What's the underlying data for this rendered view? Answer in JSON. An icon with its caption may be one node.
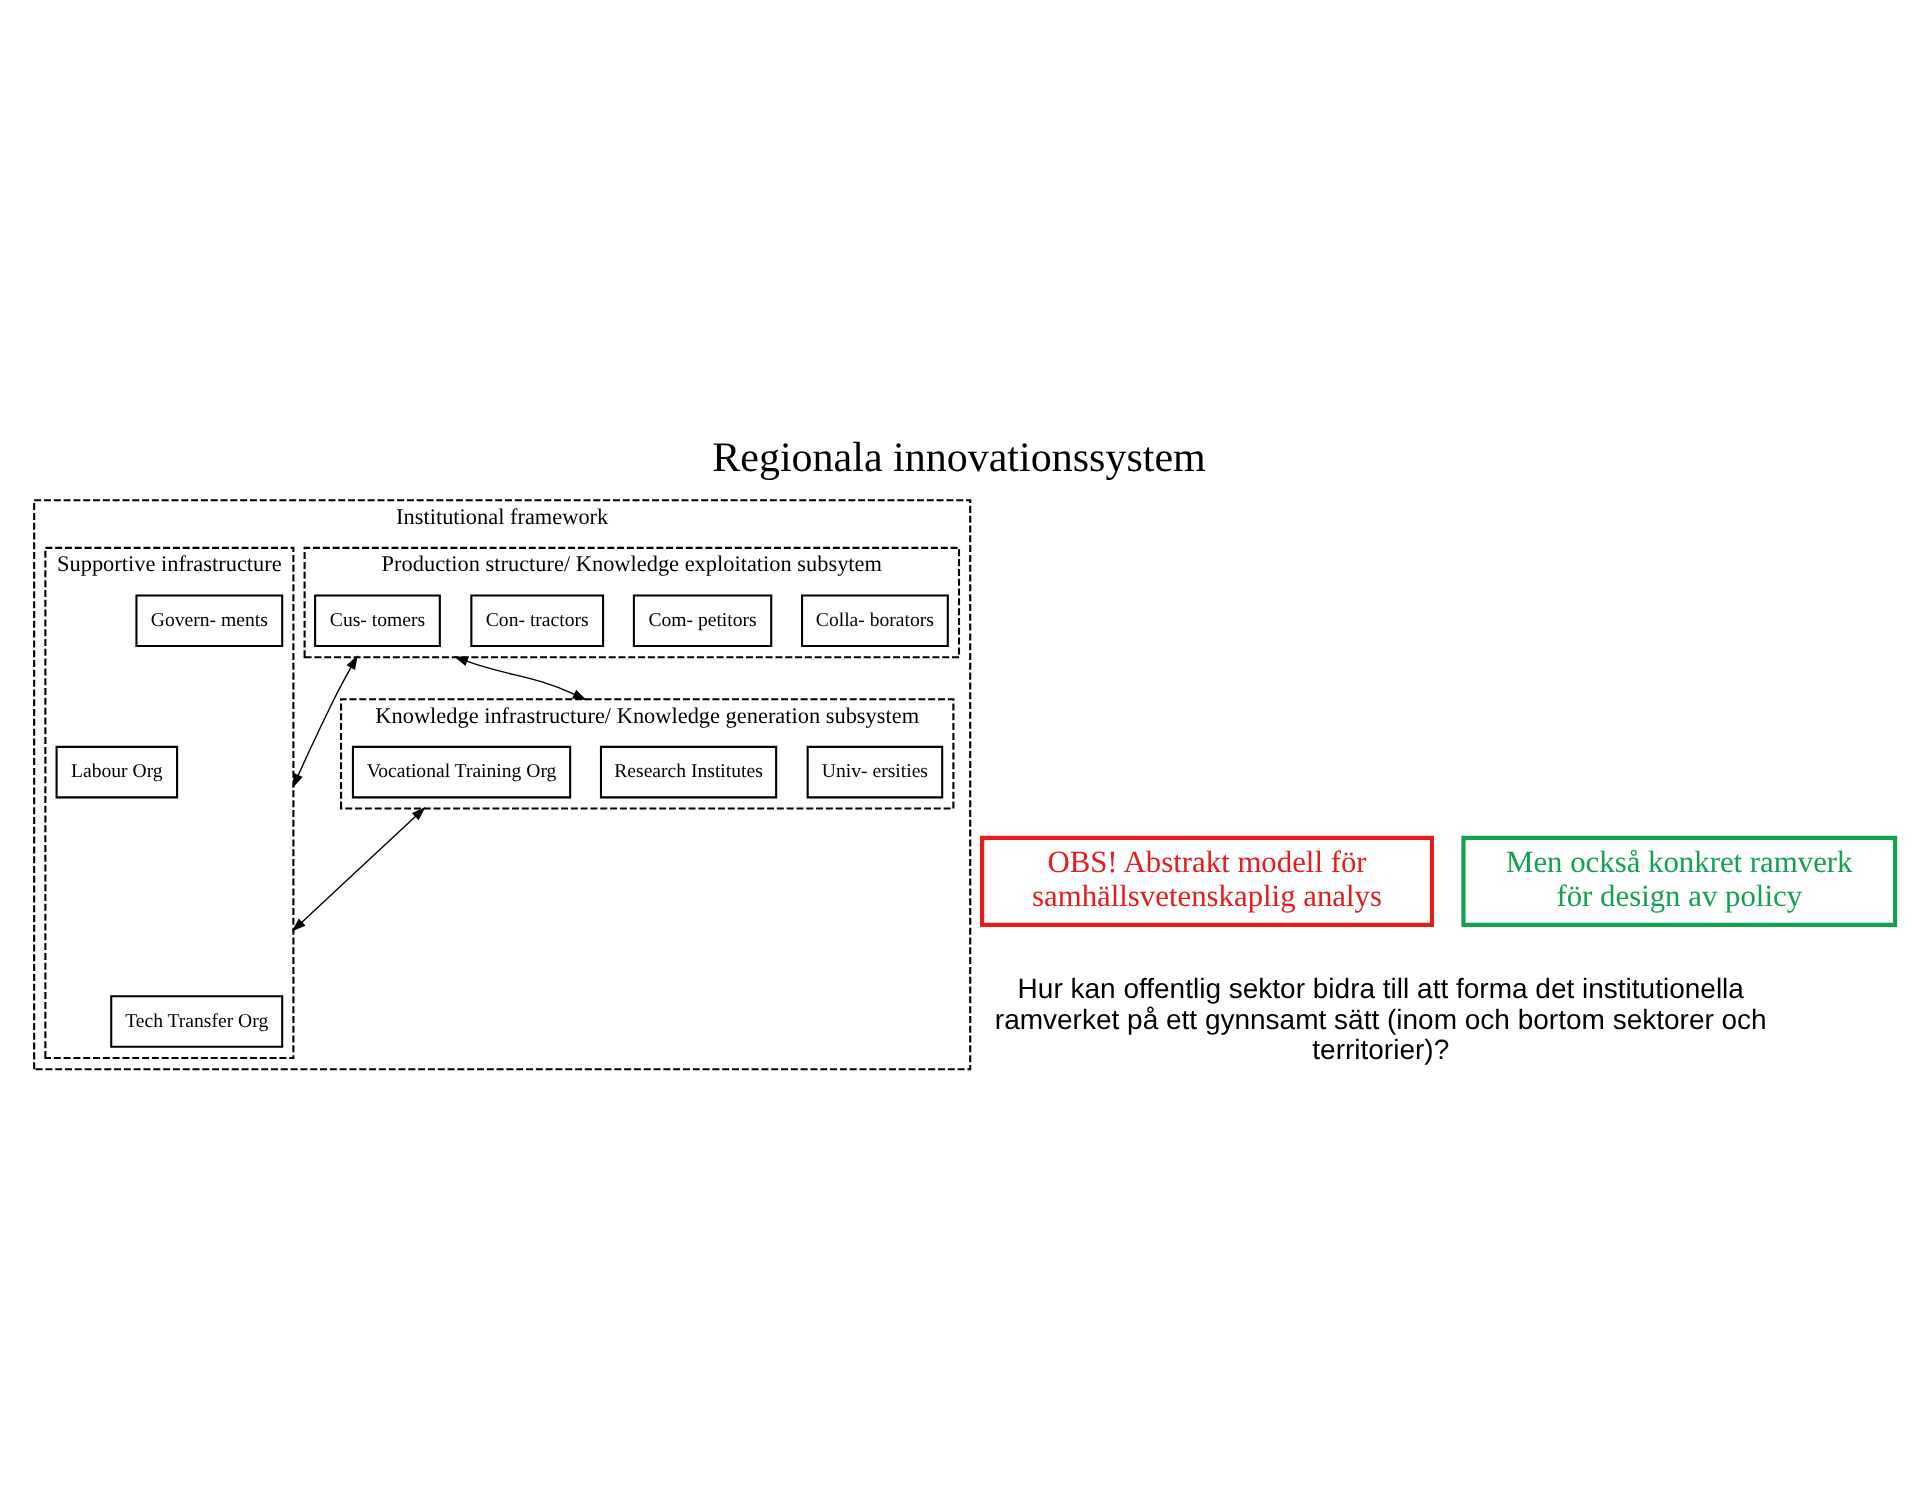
{
  "diagram": {
    "title": "Regionala innovationssystem",
    "caption": "Hur kan offentlig sektor bidra till att forma det institutionella ramverket på ett gynnsamt sätt (inom och bortom sektorer och territorier)?",
    "nodes": [
      {
        "text": [
          "Institutional framework"
        ]
      },
      {
        "text": [
          "Production structure/ Knowledge exploitation subsytem"
        ],
        "in": 0
      },
      {
        "text": [
          "Colla- borators"
        ],
        "in": 1
      },
      {
        "text": [
          "Com- petitors"
        ],
        "in": 1
      },
      {
        "text": [
          "Con- tractors"
        ],
        "in": 1
      },
      {
        "text": [
          "Cus- tomers"
        ],
        "in": 1
      },
      {
        "text": [
          "Knowledge infrastructure/ Knowledge generation subsystem"
        ],
        "in": 0
      },
      {
        "text": [
          "Univ- ersities"
        ],
        "in": 6
      },
      {
        "text": [
          "Research Institutes"
        ],
        "in": 6
      },
      {
        "text": [
          "Vocational Training Org"
        ],
        "in": 6
      },
      {
        "text": [
          "Supportive infrastructure"
        ],
        "in": 0
      },
      {
        "text": [
          "Govern- ments"
        ],
        "in": 10
      },
      {
        "text": [
          "Tech Transfer Org"
        ],
        "in": 10
      },
      {
        "text": [
          "Labour Org"
        ],
        "in": 10
      },
      {
        "text": [
          "OBS! Abstrakt modell för samhällsvetenskaplig analys"
        ]
      },
      {
        "text": [
          "Men också konkret ramverk för design av policy"
        ]
      }
    ],
    "edges": [
      {
        "from": 1,
        "to": 6,
        "arrow": "both"
      },
      {
        "from": 1,
        "to": 10,
        "arrow": "both"
      },
      {
        "from": 6,
        "to": 10,
        "arrow": "both"
      }
    ]
  }
}
